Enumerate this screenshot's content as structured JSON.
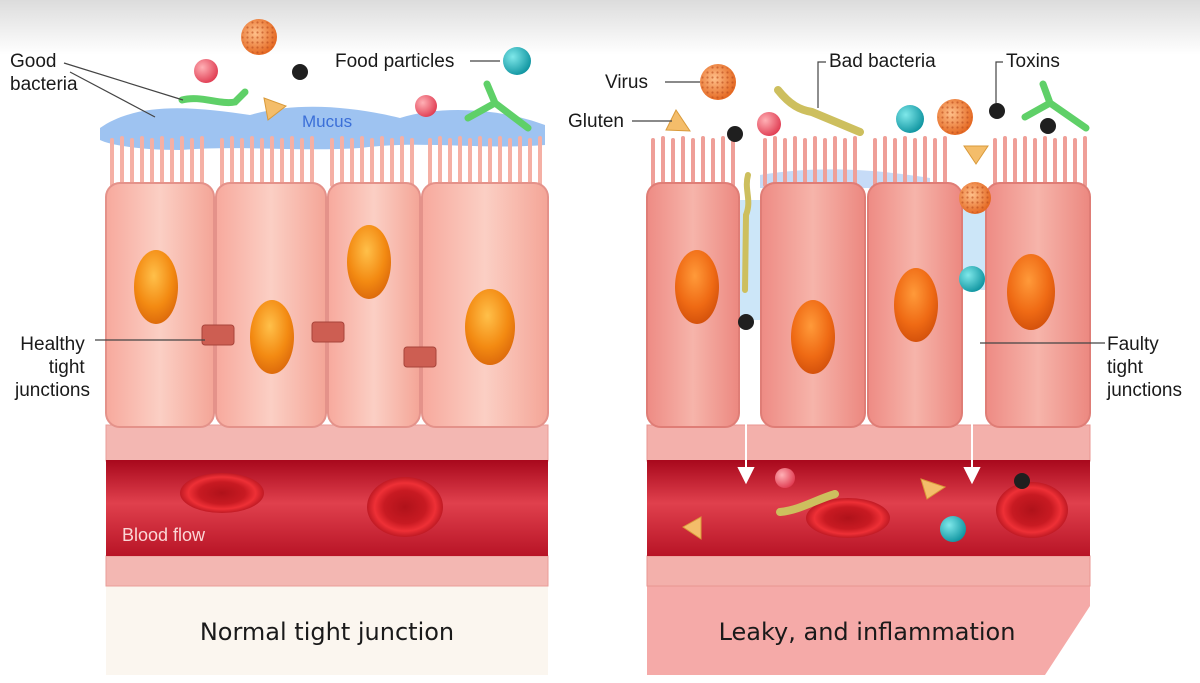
{
  "labels": {
    "good_bacteria": [
      "Good",
      "bacteria"
    ],
    "food_particles": "Food particles",
    "mucus": "Mucus",
    "healthy_tight_junctions": [
      "Healthy",
      "tight",
      "junctions"
    ],
    "blood_flow": "Blood flow",
    "virus": "Virus",
    "bad_bacteria": "Bad bacteria",
    "toxins": "Toxins",
    "gluten": "Gluten",
    "faulty_tight_junctions": [
      "Faulty",
      "tight",
      "junctions"
    ]
  },
  "captions": {
    "left": "Normal tight junction",
    "right": "Leaky, and inflammation"
  },
  "colors": {
    "cell_fill": "#f6b8ad",
    "cell_right_fill": "#ef9a92",
    "nucleus": "#f08a16",
    "junction": "#c9584e",
    "mucus": "#8db8ef",
    "blood_vessel": "#c81e32",
    "red_blood_cell": "#d42024",
    "food_particle": "#1eb2b8",
    "virus": "#f07c3a",
    "toxin": "#1f1f1f",
    "gluten": "#f4bd6a",
    "good_bacteria": "#5fd068",
    "bad_bacteria": "#cdbf5e"
  }
}
